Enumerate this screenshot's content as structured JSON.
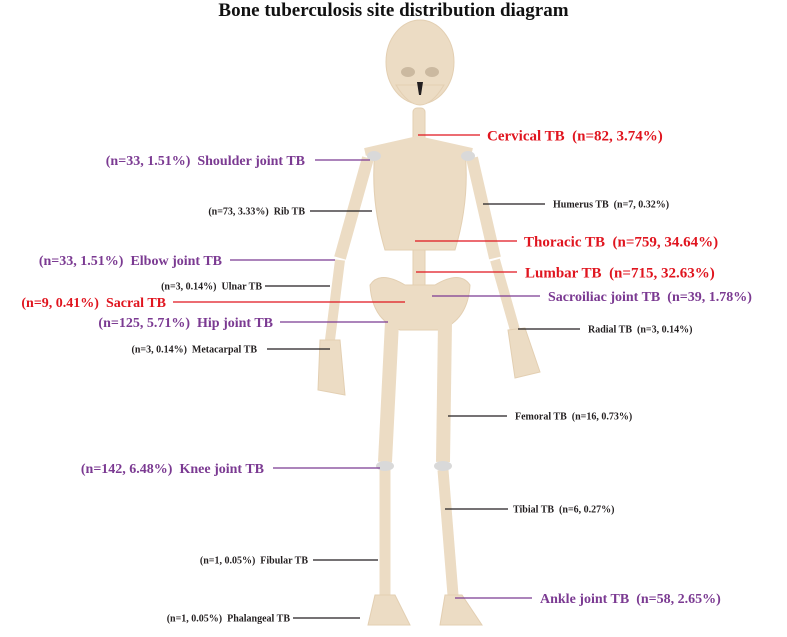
{
  "title": "Bone tuberculosis site distribution diagram",
  "colors": {
    "spinal": "#e0151f",
    "joint": "#7b3a92",
    "bone": "#231f20",
    "skeleton": "#ecdcc4",
    "cartilage": "#d9d9d9"
  },
  "labels": [
    {
      "site": "Cervical TB",
      "stats": "(n=82, 3.74%)",
      "category": "spinal"
    },
    {
      "site": "Shoulder joint TB",
      "stats": "(n=33, 1.51%)",
      "category": "joint"
    },
    {
      "site": "Rib TB",
      "stats": "(n=73, 3.33%)",
      "category": "bone"
    },
    {
      "site": "Humerus TB",
      "stats": "(n=7, 0.32%)",
      "category": "bone"
    },
    {
      "site": "Thoracic TB",
      "stats": "(n=759, 34.64%)",
      "category": "spinal"
    },
    {
      "site": "Elbow joint TB",
      "stats": "(n=33, 1.51%)",
      "category": "joint"
    },
    {
      "site": "Lumbar TB",
      "stats": "(n=715, 32.63%)",
      "category": "spinal"
    },
    {
      "site": "Ulnar TB",
      "stats": "(n=3, 0.14%)",
      "category": "bone"
    },
    {
      "site": "Sacral TB",
      "stats": "(n=9, 0.41%)",
      "category": "spinal"
    },
    {
      "site": "Sacroiliac joint TB",
      "stats": "(n=39, 1.78%)",
      "category": "joint"
    },
    {
      "site": "Hip joint TB",
      "stats": "(n=125, 5.71%)",
      "category": "joint"
    },
    {
      "site": "Radial TB",
      "stats": "(n=3, 0.14%)",
      "category": "bone"
    },
    {
      "site": "Metacarpal TB",
      "stats": "(n=3, 0.14%)",
      "category": "bone"
    },
    {
      "site": "Femoral TB",
      "stats": "(n=16, 0.73%)",
      "category": "bone"
    },
    {
      "site": "Knee joint TB",
      "stats": "(n=142, 6.48%)",
      "category": "joint"
    },
    {
      "site": "Tibial TB",
      "stats": "(n=6, 0.27%)",
      "category": "bone"
    },
    {
      "site": "Fibular TB",
      "stats": "(n=1, 0.05%)",
      "category": "bone"
    },
    {
      "site": "Ankle joint TB",
      "stats": "(n=58, 2.65%)",
      "category": "joint"
    },
    {
      "site": "Phalangeal TB",
      "stats": "(n=1, 0.05%)",
      "category": "bone"
    }
  ]
}
